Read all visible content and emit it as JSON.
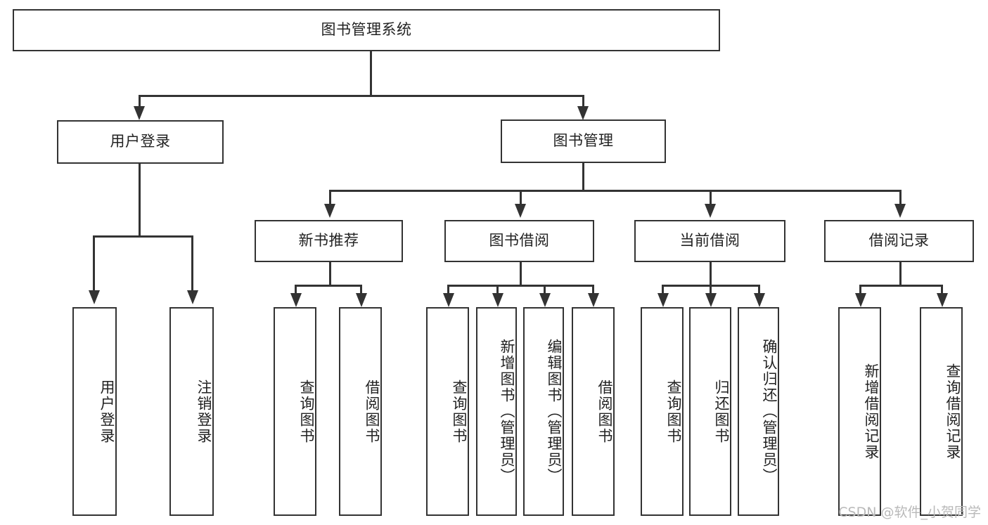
{
  "diagram": {
    "type": "tree-hierarchy-chart",
    "title": "图书管理系统",
    "watermark": "CSDN @软件_小贺同学",
    "colors": {
      "border": "#333333",
      "background": "#ffffff",
      "text": "#222222",
      "watermark": "#b9b9b9"
    },
    "nodes": {
      "root": {
        "label": "图书管理系统"
      },
      "level1": [
        {
          "id": "user-login",
          "label": "用户登录"
        },
        {
          "id": "book-manage",
          "label": "图书管理"
        }
      ],
      "level2": [
        {
          "id": "new-book-recommend",
          "label": "新书推荐"
        },
        {
          "id": "book-borrow",
          "label": "图书借阅"
        },
        {
          "id": "current-borrow",
          "label": "当前借阅"
        },
        {
          "id": "borrow-record",
          "label": "借阅记录"
        }
      ],
      "leaves": {
        "user_login": [
          {
            "id": "leaf-user-login",
            "label": "用户登录"
          },
          {
            "id": "leaf-logout-login",
            "label": "注销登录"
          }
        ],
        "new_book_recommend": [
          {
            "id": "leaf-query-book-1",
            "label": "查询图书"
          },
          {
            "id": "leaf-borrow-book-1",
            "label": "借阅图书"
          }
        ],
        "book_borrow": [
          {
            "id": "leaf-query-book-2",
            "label": "查询图书"
          },
          {
            "id": "leaf-add-book",
            "label": "新增图书（管理员）"
          },
          {
            "id": "leaf-edit-book",
            "label": "编辑图书（管理员）"
          },
          {
            "id": "leaf-borrow-book-2",
            "label": "借阅图书"
          }
        ],
        "current_borrow": [
          {
            "id": "leaf-query-book-3",
            "label": "查询图书"
          },
          {
            "id": "leaf-return-book",
            "label": "归还图书"
          },
          {
            "id": "leaf-confirm-return",
            "label": "确认归还（管理员）"
          }
        ],
        "borrow_record": [
          {
            "id": "leaf-add-record",
            "label": "新增借阅记录"
          },
          {
            "id": "leaf-query-record",
            "label": "查询借阅记录"
          }
        ]
      }
    }
  }
}
